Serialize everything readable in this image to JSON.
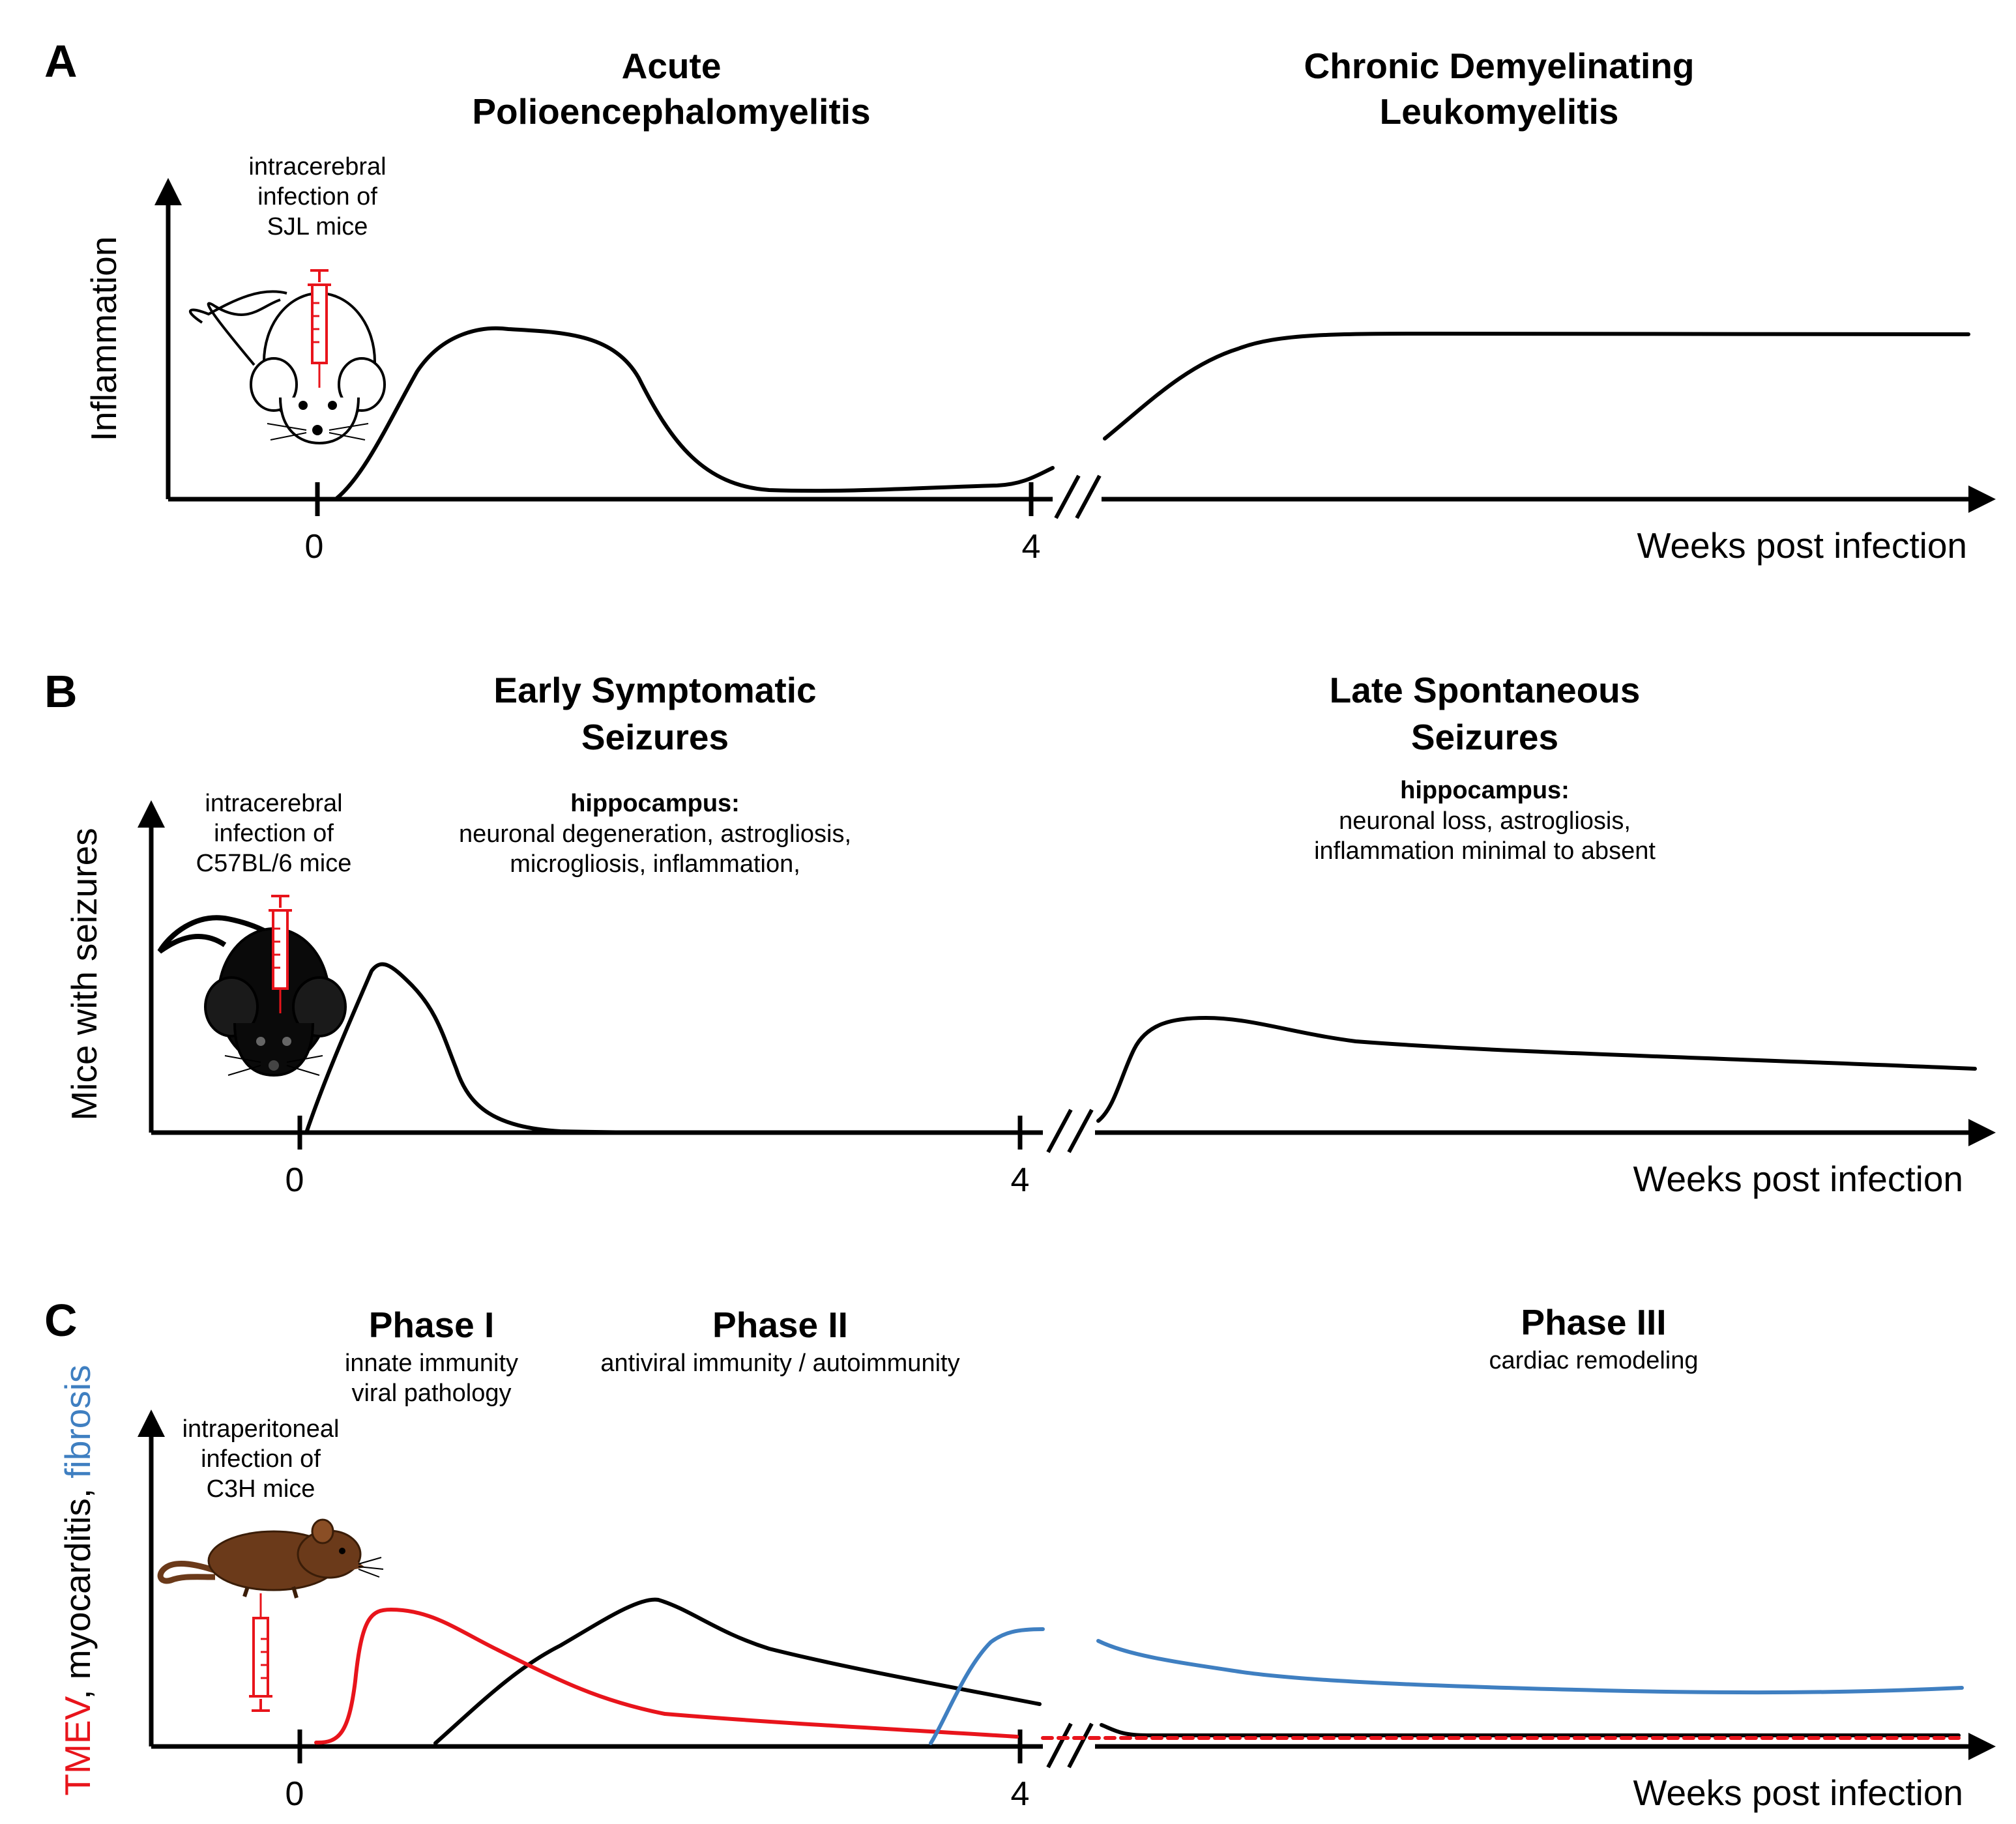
{
  "panels": [
    {
      "letter": "A",
      "ylabel": "Inflammation",
      "xlabel": "Weeks post infection",
      "tick_labels": [
        "0",
        "4"
      ],
      "phases": [
        {
          "title_lines": [
            "Acute",
            "Polioencephalomyelitis"
          ]
        },
        {
          "title_lines": [
            "Chronic Demyelinating",
            "Leukomyelitis"
          ]
        }
      ],
      "infection_note": [
        "intracerebral",
        "infection of",
        "SJL mice"
      ],
      "mouse_icon": "white-mouse-icon",
      "syringe_icon": "syringe-icon"
    },
    {
      "letter": "B",
      "ylabel": "Mice with seizures",
      "xlabel": "Weeks post infection",
      "tick_labels": [
        "0",
        "4"
      ],
      "phases": [
        {
          "title_lines": [
            "Early Symptomatic",
            "Seizures"
          ],
          "detail_heading": "hippocampus:",
          "detail_lines": [
            "neuronal degeneration, astrogliosis,",
            "microgliosis, inflammation,"
          ]
        },
        {
          "title_lines": [
            "Late Spontaneous",
            "Seizures"
          ],
          "detail_heading": "hippocampus:",
          "detail_lines": [
            "neuronal loss, astrogliosis,",
            "inflammation minimal to absent"
          ]
        }
      ],
      "infection_note": [
        "intracerebral",
        "infection of",
        "C57BL/6 mice"
      ],
      "mouse_icon": "black-mouse-icon",
      "syringe_icon": "syringe-icon"
    },
    {
      "letter": "C",
      "ylabel_parts": [
        {
          "text": "TMEV",
          "color": "#e8141b"
        },
        {
          "text": ", myocarditis, ",
          "color": "#000000"
        },
        {
          "text": "fibrosis",
          "color": "#3f7fc1"
        }
      ],
      "xlabel": "Weeks post infection",
      "tick_labels": [
        "0",
        "4"
      ],
      "phases": [
        {
          "title_lines": [
            "Phase I"
          ],
          "detail_lines": [
            "innate immunity",
            "viral pathology"
          ]
        },
        {
          "title_lines": [
            "Phase II"
          ],
          "detail_lines": [
            "antiviral immunity  / autoimmunity"
          ]
        },
        {
          "title_lines": [
            "Phase III"
          ],
          "detail_lines": [
            "cardiac remodeling"
          ]
        }
      ],
      "infection_note": [
        "intraperitoneal",
        "infection of",
        "C3H mice"
      ],
      "mouse_icon": "brown-mouse-icon",
      "syringe_icon": "syringe-icon"
    }
  ],
  "colors": {
    "tmev": "#e8141b",
    "myocarditis": "#000000",
    "fibrosis": "#3f7fc1",
    "syringe": "#e8141b",
    "brown_mouse": "#6b3a1a"
  }
}
